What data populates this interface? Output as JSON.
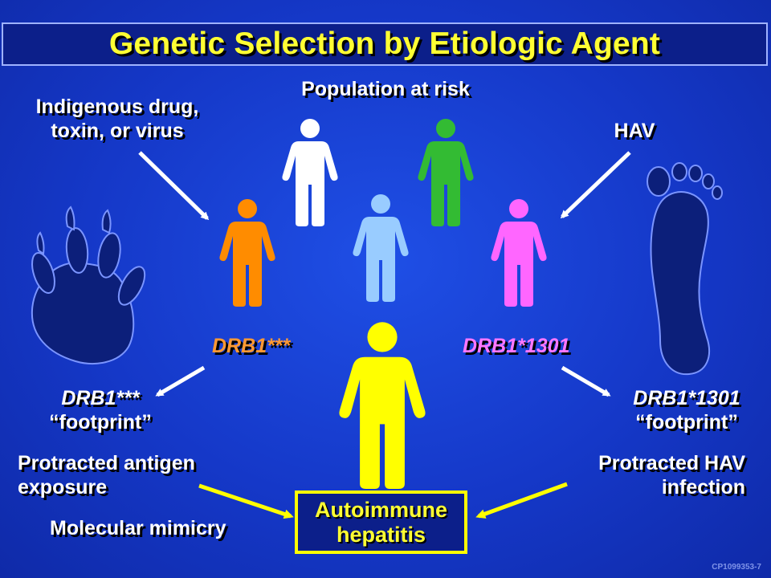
{
  "title": "Genetic Selection by Etiologic Agent",
  "labels": {
    "population": "Population at risk",
    "agent_left_line1": "Indigenous drug,",
    "agent_left_line2": "toxin, or virus",
    "agent_right": "HAV",
    "allele_left": "DRB1***",
    "allele_right": "DRB1*1301",
    "footprint_left_allele": "DRB1***",
    "footprint_left_word": "“footprint”",
    "footprint_right_allele": "DRB1*1301",
    "footprint_right_word": "“footprint”",
    "mech_left_line1": "Protracted antigen",
    "mech_left_line2": "exposure",
    "mech_left_3": "Molecular mimicry",
    "mech_right_line1": "Protracted HAV",
    "mech_right_line2": "infection",
    "outcome_line1": "Autoimmune",
    "outcome_line2": "hepatitis",
    "code": "CP1099353-7"
  },
  "colors": {
    "white_person": "#ffffff",
    "green_person": "#33bb33",
    "lightblue_person": "#99ccff",
    "orange_person": "#ff8c00",
    "pink_person": "#ff66ff",
    "yellow_person": "#ffff00",
    "allele_left": "#ff9933",
    "allele_right": "#ff77ff",
    "paw_print": "#0c1f7a"
  },
  "icons": [
    "person-icon",
    "paw-print-icon",
    "human-footprint-icon",
    "arrow"
  ]
}
